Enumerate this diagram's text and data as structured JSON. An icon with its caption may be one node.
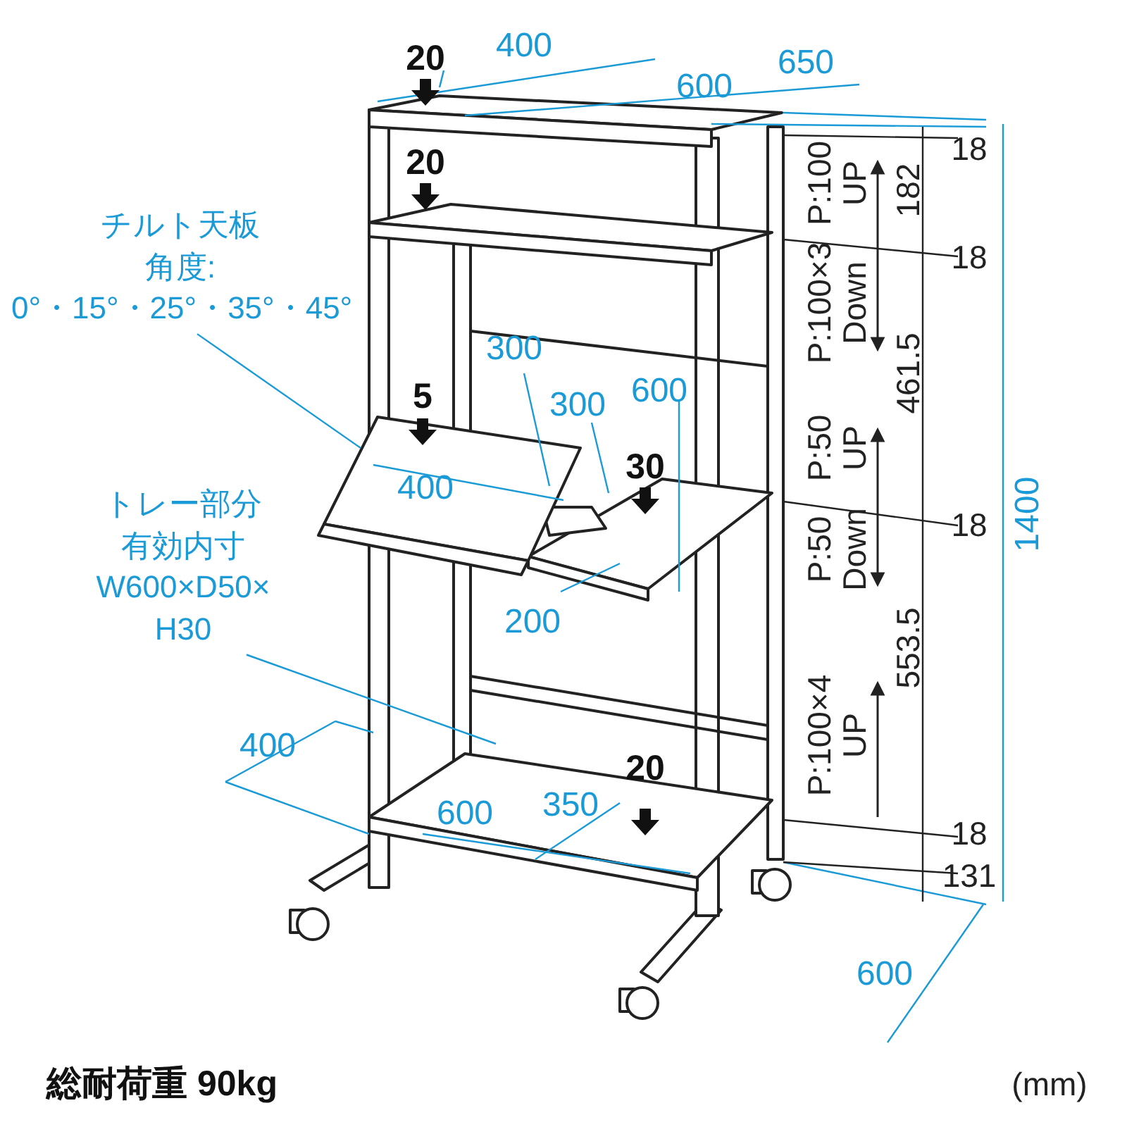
{
  "diagram": {
    "nodes": [
      {
        "text": [
          "チルト天板角度:0°・15°・25°・35°・45°"
        ]
      },
      {
        "text": [],
        "shape": "box",
        "beside": [
          "5"
        ]
      },
      {
        "text": [
          "トレー部分有効内寸W600×D50×H30"
        ]
      }
    ],
    "edges": [
      {
        "from": 0,
        "to": 1,
        "arrow": "none"
      },
      {
        "from": 2,
        "to": null,
        "arrow": "none"
      }
    ],
    "labels": [
      "400",
      "20",
      "650",
      "600",
      "18",
      "P:100 UP",
      "182",
      "20",
      "18",
      "P:100×3 Down",
      "461.5",
      "300",
      "600",
      "300",
      "30",
      "400",
      "P:50 UP",
      "1400",
      "18",
      "P:50 Down",
      "200",
      "553.5",
      "P:100×4 UP",
      "400",
      "20",
      "350",
      "600",
      "18",
      "131",
      "600",
      "総耐荷重 90kg",
      "(mm)"
    ]
  }
}
